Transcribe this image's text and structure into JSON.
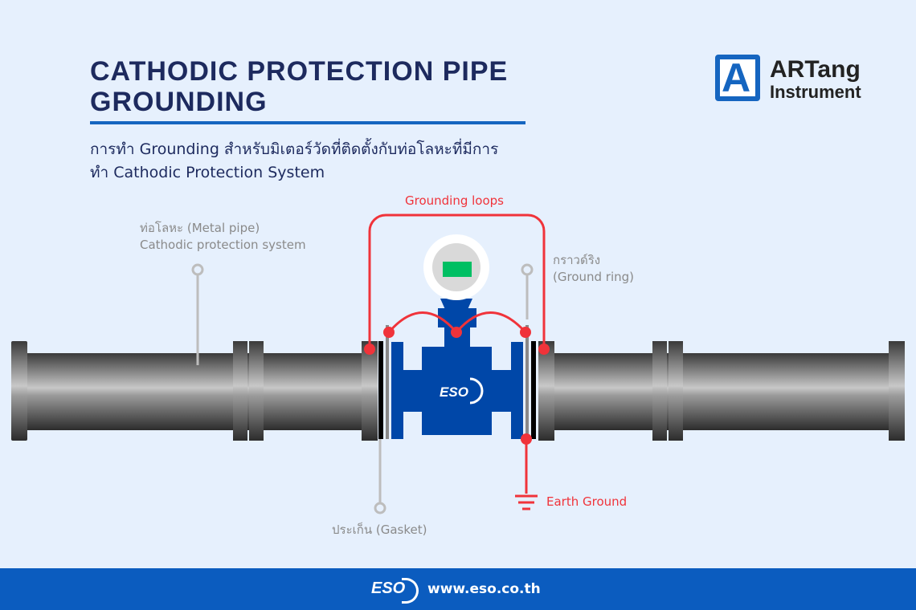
{
  "title": "CATHODIC PROTECTION PIPE GROUNDING",
  "subtitle_line1": "การทำ Grounding สำหรับมิเตอร์วัดที่ติดตั้งกับท่อโลหะที่มีการ",
  "subtitle_line2": "ทำ Cathodic Protection System",
  "logo": {
    "line1": "ARTang",
    "line2": "Instrument",
    "letter": "A"
  },
  "labels": {
    "metal_pipe_th": "ท่อโลหะ (Metal pipe)",
    "metal_pipe_en": "Cathodic protection system",
    "grounding_loops": "Grounding loops",
    "ground_ring_th": "กราวด์ริง",
    "ground_ring_en": "(Ground ring)",
    "gasket": "ประเก็น (Gasket)",
    "earth_ground": "Earth Ground"
  },
  "meter_logo": "ESO",
  "footer": {
    "logo": "ESO",
    "url": "www.eso.co.th"
  },
  "colors": {
    "accent": "#f0333a",
    "meter": "#0047a8",
    "footer": "#0b5cbf"
  }
}
